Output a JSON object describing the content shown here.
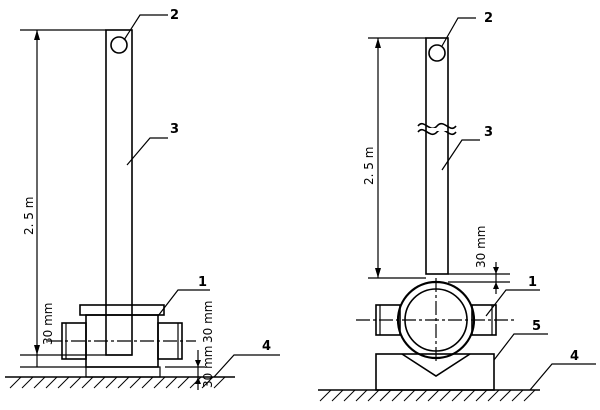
{
  "left_figure": {
    "callouts": {
      "one": "1",
      "two": "2",
      "three": "3",
      "four": "4"
    },
    "dimensions": {
      "height": "2. 5 m",
      "gap_left": "30 mm",
      "gap_right": "30 mm",
      "bottom_gap": "30 mm"
    }
  },
  "right_figure": {
    "callouts": {
      "one": "1",
      "two": "2",
      "three": "3",
      "four": "4",
      "five": "5"
    },
    "dimensions": {
      "height": "2. 5 m",
      "gap": "30 mm"
    }
  }
}
